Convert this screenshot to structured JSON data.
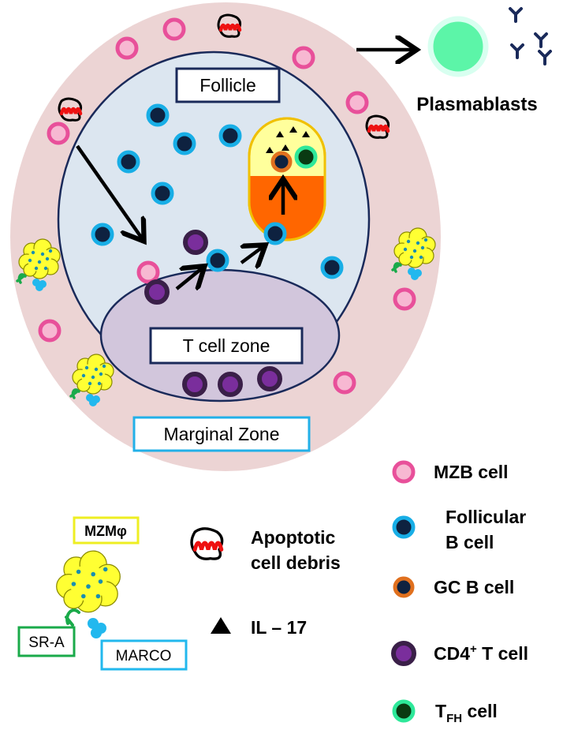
{
  "regions": {
    "follicle": "Follicle",
    "t_cell_zone": "T cell zone",
    "marginal_zone": "Marginal Zone"
  },
  "plasmablasts": "Plasmablasts",
  "legend": {
    "mzb": "MZB cell",
    "follicular_b_line1": "Follicular",
    "follicular_b_line2": "B cell",
    "gc_b": "GC B cell",
    "cd4_main": "CD4",
    "cd4_sup": "+",
    "cd4_rest": " T cell",
    "tfh_main": "T",
    "tfh_sub": "FH",
    "tfh_rest": " cell"
  },
  "key": {
    "mzm": "MZMφ",
    "sr_a": "SR-A",
    "marco": "MARCO",
    "apoptotic_line1": "Apoptotic",
    "apoptotic_line2": "cell debris",
    "il17": "IL – 17"
  },
  "colors": {
    "mz_fill": "#ecd4d4",
    "follicle_fill": "#dce6f0",
    "follicle_stroke": "#1a2a5a",
    "tzone_fill": "#d2c6dc",
    "mzb_ring": "#e8509a",
    "mzb_core": "#f7b8d2",
    "fob_ring": "#18aee6",
    "fob_core": "#0e2240",
    "gc_ring": "#e0701e",
    "cd4_ring": "#3a1f48",
    "cd4_core": "#7a2e9c",
    "tfh_ring": "#2ee89a",
    "tfh_core": "#0a3a12",
    "gc_top": "#ffffa8",
    "gc_bottom": "#ff6600",
    "gc_stroke": "#f0c000",
    "plasma": "#5cf5a8",
    "antibody": "#1a2a5a",
    "macrophage": "#ffff33",
    "sra": "#1aaa4a",
    "marco_color": "#22b8ee",
    "debris_red": "#ee1111",
    "mzm_box": "#eeee22"
  }
}
